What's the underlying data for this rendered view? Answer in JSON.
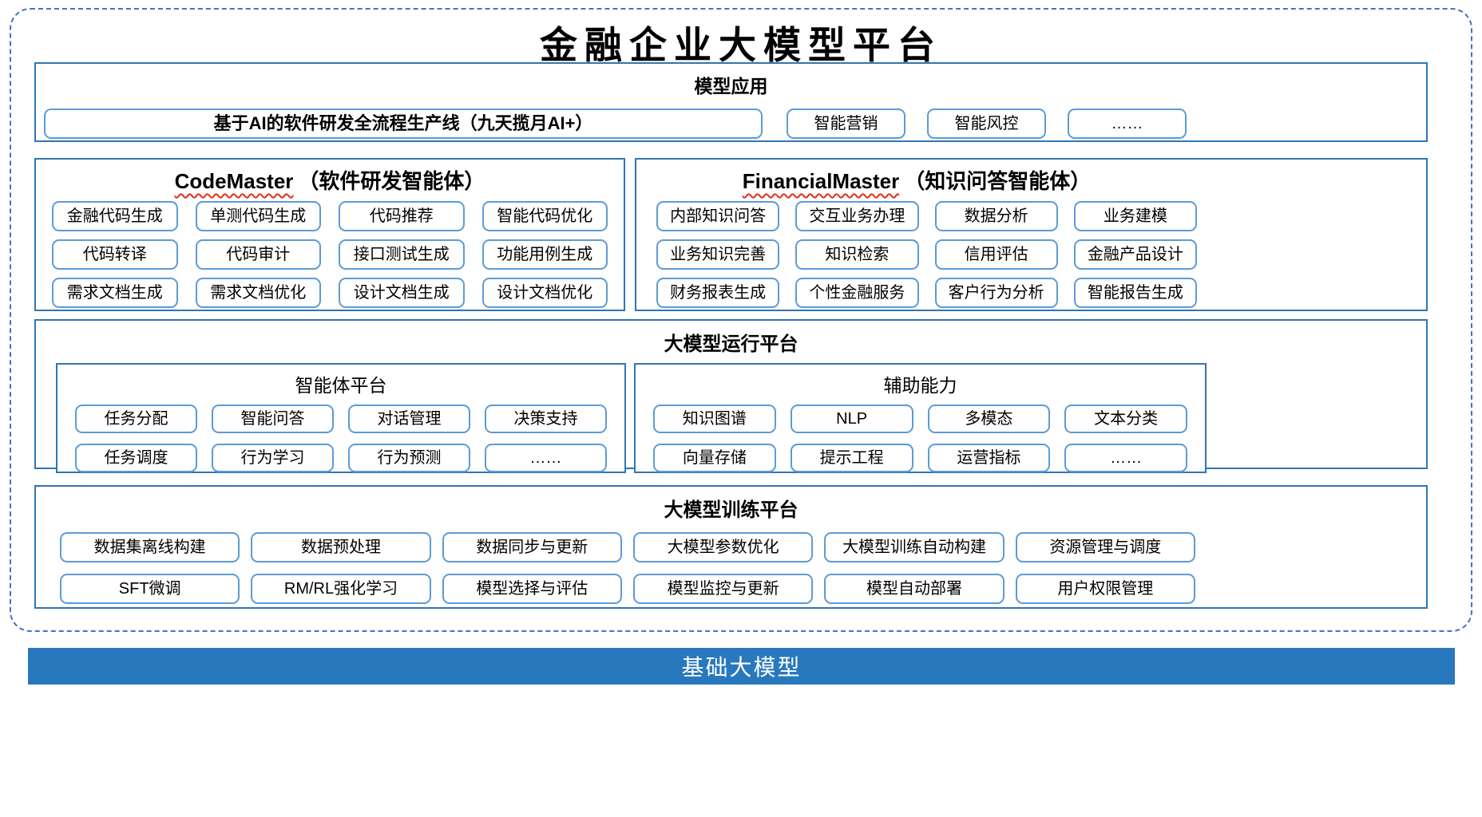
{
  "diagram": {
    "title": "金融企业大模型平台",
    "foundation_bar": "基础大模型",
    "model_app": {
      "title": "模型应用",
      "pipeline": "基于AI的软件研发全流程生产线（九天揽月AI+）",
      "items": [
        "智能营销",
        "智能风控",
        "……"
      ]
    },
    "code_master": {
      "name": "CodeMaster",
      "subtitle": "（软件研发智能体）",
      "items": [
        "金融代码生成",
        "单测代码生成",
        "代码推荐",
        "智能代码优化",
        "代码转译",
        "代码审计",
        "接口测试生成",
        "功能用例生成",
        "需求文档生成",
        "需求文档优化",
        "设计文档生成",
        "设计文档优化"
      ]
    },
    "financial_master": {
      "name": "FinancialMaster",
      "subtitle": "（知识问答智能体）",
      "items": [
        "内部知识问答",
        "交互业务办理",
        "数据分析",
        "业务建模",
        "业务知识完善",
        "知识检索",
        "信用评估",
        "金融产品设计",
        "财务报表生成",
        "个性金融服务",
        "客户行为分析",
        "智能报告生成"
      ]
    },
    "runtime_platform": {
      "title": "大模型运行平台",
      "agent_platform": {
        "title": "智能体平台",
        "items": [
          "任务分配",
          "智能问答",
          "对话管理",
          "决策支持",
          "任务调度",
          "行为学习",
          "行为预测",
          "……"
        ]
      },
      "auxiliary": {
        "title": "辅助能力",
        "items": [
          "知识图谱",
          "NLP",
          "多模态",
          "文本分类",
          "向量存储",
          "提示工程",
          "运营指标",
          "……"
        ]
      }
    },
    "training_platform": {
      "title": "大模型训练平台",
      "items": [
        "数据集离线构建",
        "数据预处理",
        "数据同步与更新",
        "大模型参数优化",
        "大模型训练自动构建",
        "资源管理与调度",
        "SFT微调",
        "RM/RL强化学习",
        "模型选择与评估",
        "模型监控与更新",
        "模型自动部署",
        "用户权限管理"
      ]
    },
    "colors": {
      "dashed_border": "#4472c4",
      "section_border": "#2e75b6",
      "button_border": "#5b9bd5",
      "foundation_bg": "#2878be",
      "squiggle_red": "#e0301e"
    }
  }
}
